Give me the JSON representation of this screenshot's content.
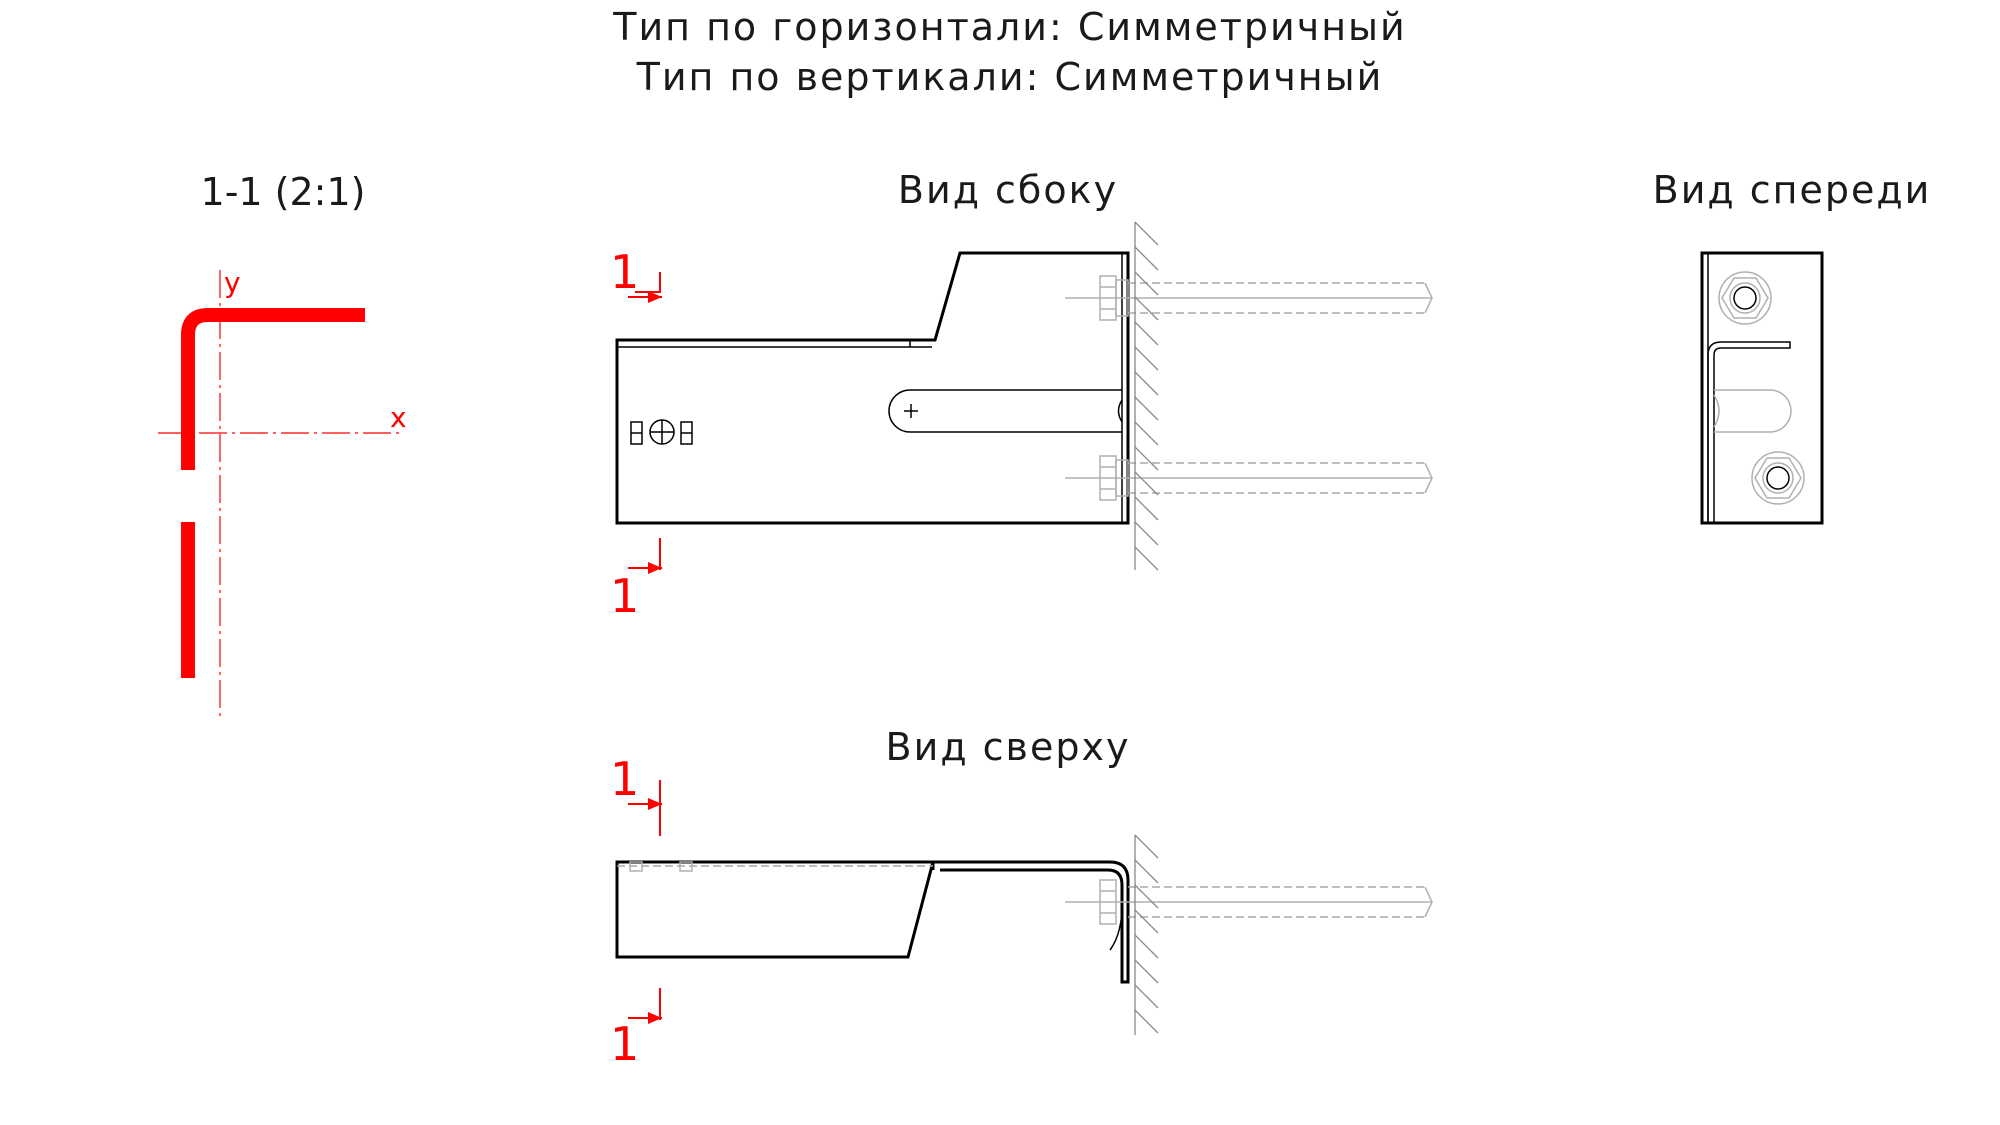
{
  "header": {
    "line1": "Тип по горизонтали: Симметричный",
    "line2": "Тип по вертикали: Симметричный"
  },
  "section": {
    "title": "1-1 (2:1)",
    "axis_x": "x",
    "axis_y": "y"
  },
  "views": {
    "side": "Вид сбоку",
    "front": "Вид спереди",
    "top": "Вид сверху"
  },
  "cut_marks": {
    "label": "1"
  },
  "colors": {
    "drawing": "#000000",
    "section_marks": "#ff0000",
    "hidden_lines": "#a8a8a8"
  }
}
